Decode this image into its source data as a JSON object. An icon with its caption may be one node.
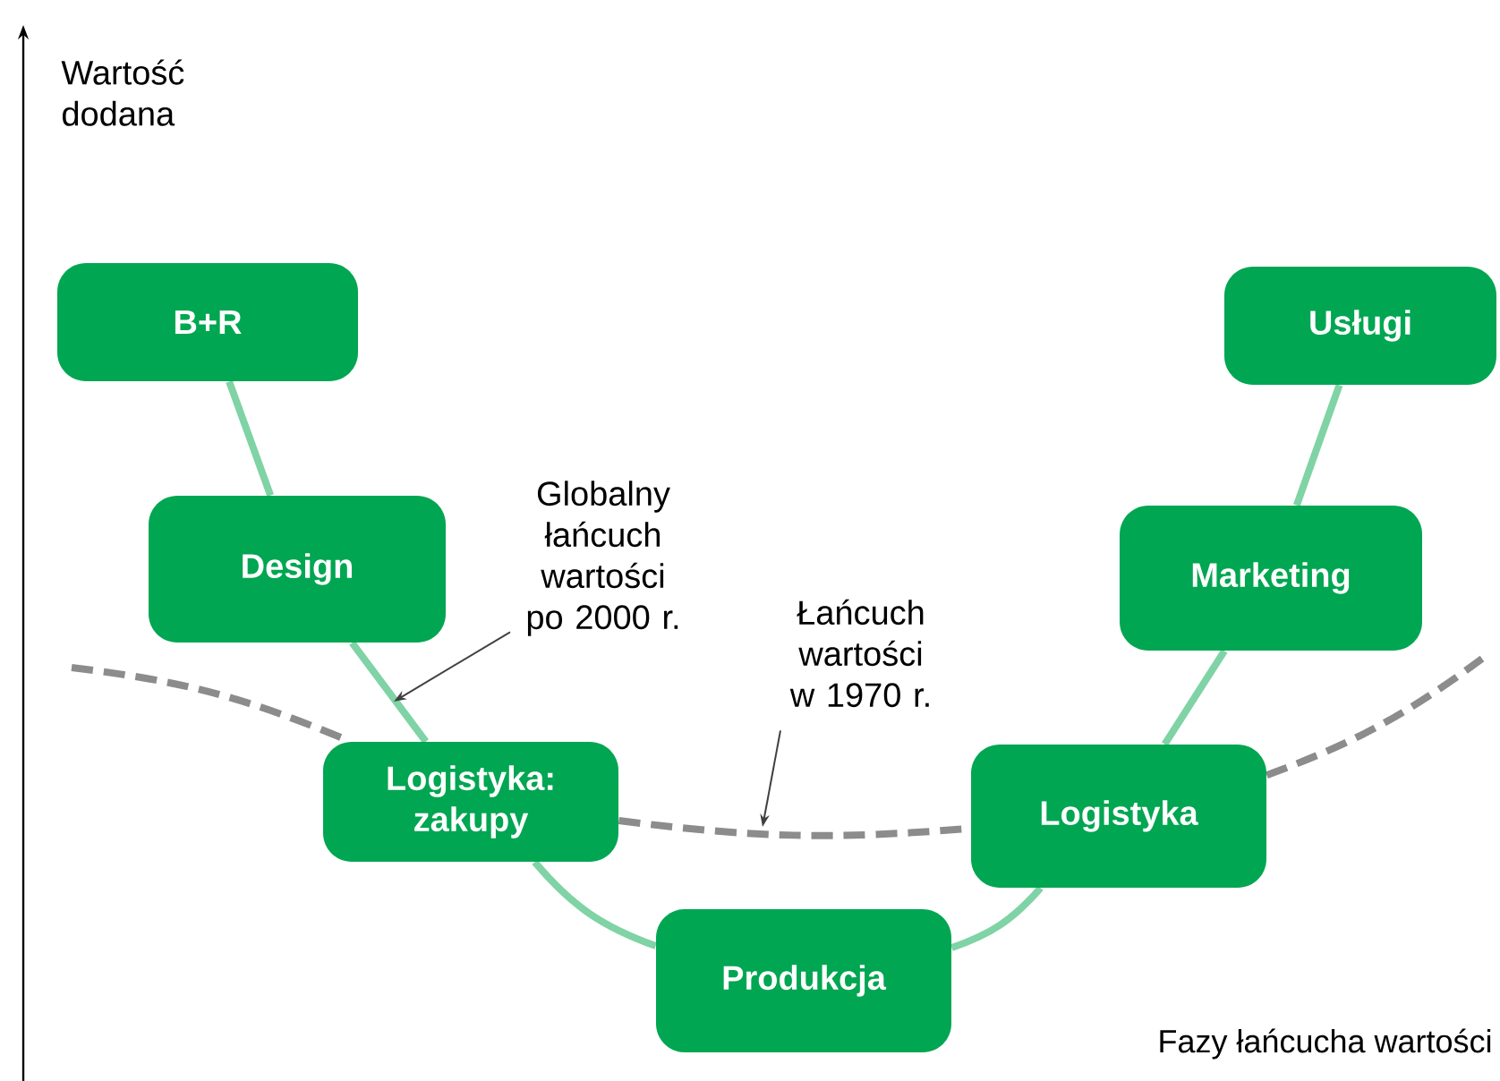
{
  "diagram": {
    "nodes": [
      {
        "text": [
          "B+R"
        ]
      },
      {
        "text": [
          "Usługi"
        ]
      },
      {
        "text": [
          "Design"
        ]
      },
      {
        "text": [
          "Marketing"
        ]
      },
      {
        "text": [
          "Logistyka: zakupy"
        ]
      },
      {
        "text": [
          "Logistyka"
        ]
      },
      {
        "text": [
          "Produkcja"
        ]
      },
      {
        "text": [
          "Globalny łańcuch wartości po 2000 r."
        ]
      },
      {
        "text": [
          "Łańcuch wartości w 1970 r."
        ]
      }
    ],
    "edges": [
      {
        "from": 0,
        "to": 2,
        "arrow": "none"
      },
      {
        "from": 2,
        "to": 4,
        "arrow": "none"
      },
      {
        "from": 4,
        "to": 6,
        "arrow": "none"
      },
      {
        "from": 6,
        "to": 5,
        "arrow": "none"
      },
      {
        "from": 5,
        "to": 3,
        "arrow": "none"
      },
      {
        "from": 3,
        "to": 1,
        "arrow": "none"
      },
      {
        "from": null,
        "to": 4,
        "arrow": "none",
        "style": "dashed",
        "color": "#8c8c8c"
      },
      {
        "from": 4,
        "to": 5,
        "arrow": "none",
        "style": "dashed",
        "color": "#8c8c8c"
      },
      {
        "from": 5,
        "to": null,
        "arrow": "none",
        "style": "dashed",
        "color": "#8c8c8c"
      },
      {
        "from": 7,
        "to": null,
        "arrow": "to",
        "color": "#404040"
      },
      {
        "from": 8,
        "to": null,
        "arrow": "to",
        "color": "#404040"
      }
    ],
    "labels": [
      "Wartość dodana",
      "Fazy łańcucha wartości"
    ]
  }
}
